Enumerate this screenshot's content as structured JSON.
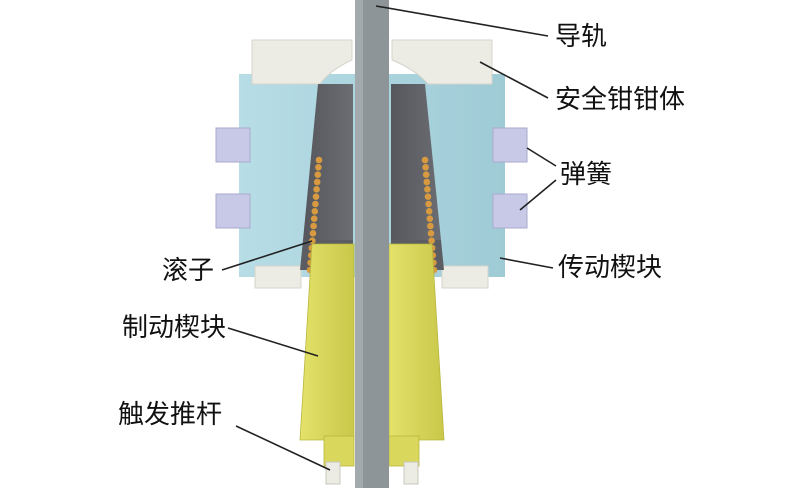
{
  "labels": {
    "guide_rail": "导轨",
    "safety_gear_body": "安全钳钳体",
    "spring": "弹簧",
    "roller": "滚子",
    "transmission_wedge": "传动楔块",
    "brake_wedge": "制动楔块",
    "trigger_pull_rod": "触发推杆"
  },
  "colors": {
    "rail": "#8e9598",
    "body": "#a9d4de",
    "cap": "#ecebe4",
    "transmission_wedge": "#5b5d62",
    "brake_wedge": "#d9d85c",
    "spring": "#c8c9e6",
    "roller": "#d79a40",
    "leader": "#222222"
  }
}
